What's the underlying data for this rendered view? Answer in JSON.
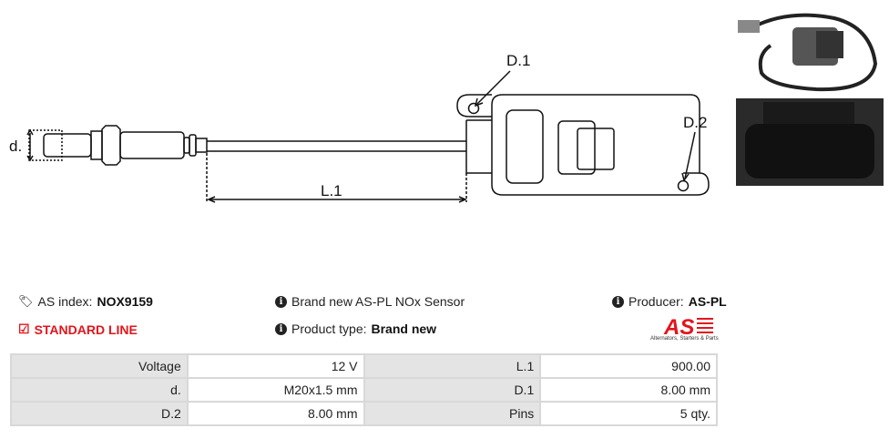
{
  "diagram": {
    "labels": {
      "d": "d.",
      "l1": "L.1",
      "d1": "D.1",
      "d2": "D.2"
    }
  },
  "info": {
    "as_index_label": "AS index:",
    "as_index_value": "NOX9159",
    "line": "STANDARD LINE",
    "description": "Brand new AS-PL NOx Sensor",
    "product_type_label": "Product type:",
    "product_type_value": "Brand new",
    "producer_label": "Producer:",
    "producer_value": "AS-PL"
  },
  "logo": {
    "text": "AS",
    "tagline": "Alternators, Starters & Parts",
    "color": "#e3141b"
  },
  "specs": [
    [
      {
        "label": "Voltage",
        "value": "12 V"
      },
      {
        "label": "L.1",
        "value": "900.00"
      }
    ],
    [
      {
        "label": "d.",
        "value": "M20x1.5 mm"
      },
      {
        "label": "D.1",
        "value": "8.00 mm"
      }
    ],
    [
      {
        "label": "D.2",
        "value": "8.00 mm"
      },
      {
        "label": "Pins",
        "value": "5 qty."
      }
    ]
  ]
}
